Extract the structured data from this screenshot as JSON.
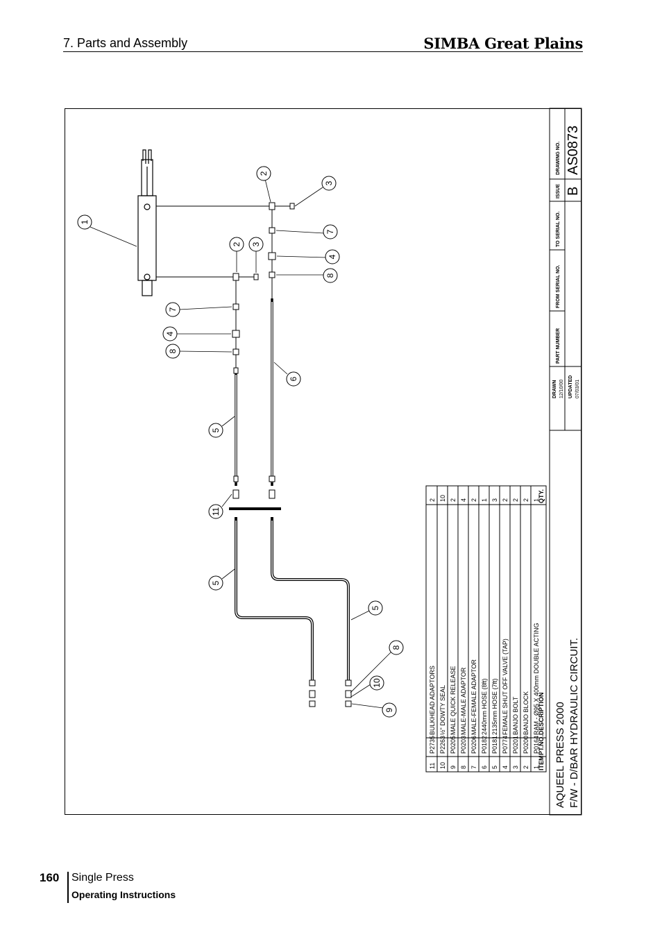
{
  "header": {
    "section": "7. Parts and Assembly",
    "brand": "SIMBA Great Plains"
  },
  "footer": {
    "page_number": "160",
    "title": "Single Press",
    "subtitle": "Operating Instructions"
  },
  "title_block": {
    "labels": {
      "drawing_no": "DRAWING NO.",
      "issue": "ISSUE",
      "to_serial": "TO SERIAL NO.",
      "from_serial": "FROM SERIAL NO.",
      "part_number": "PART NUMBER",
      "drawn": "DRAWN",
      "updated": "UPDATED"
    },
    "drawing_no": "AS0873",
    "issue": "B",
    "drawn_date": "12/10/00",
    "updated_date": "07/03/01",
    "title_line1": "AQUEEL PRESS 2000",
    "title_line2": "F/W - D/BAR HYDRAULIC CIRCUIT."
  },
  "parts_table": {
    "headers": {
      "item": "ITEM",
      "pt_no": "PT.NO.",
      "description": "DESCRIPTION",
      "qty": "QTY."
    },
    "rows": [
      {
        "item": "11",
        "pt_no": "P2735",
        "description": "BULKHEAD ADAPTORS",
        "qty": "2"
      },
      {
        "item": "10",
        "pt_no": "P2263",
        "description": "½\" DOWTY SEAL",
        "qty": "10"
      },
      {
        "item": "9",
        "pt_no": "P0205",
        "description": "MALE QUICK RELEASE",
        "qty": "2"
      },
      {
        "item": "8",
        "pt_no": "P0203",
        "description": "MALE-MALE ADAPTOR",
        "qty": "4"
      },
      {
        "item": "7",
        "pt_no": "P0206",
        "description": "MALE-FEMALE ADAPTOR",
        "qty": "2"
      },
      {
        "item": "6",
        "pt_no": "P0182",
        "description": "2440mm HOSE (8ft)",
        "qty": "1"
      },
      {
        "item": "5",
        "pt_no": "P0181",
        "description": "2135mm HOSE (7ft)",
        "qty": "3"
      },
      {
        "item": "4",
        "pt_no": "P0774",
        "description": "FEMALE SHUT OFF VALVE (TAP)",
        "qty": "2"
      },
      {
        "item": "3",
        "pt_no": "P0201",
        "description": "BANJO BOLT",
        "qty": "2"
      },
      {
        "item": "2",
        "pt_no": "P0200",
        "description": "BANJO BLOCK",
        "qty": "2"
      },
      {
        "item": "1",
        "pt_no": "P0164",
        "description": "RAM - Ø95 X 400mm DOUBLE ACTING",
        "qty": "1"
      }
    ]
  },
  "callouts": {
    "c1": "1",
    "c2a": "2",
    "c3a": "3",
    "c7a": "7",
    "c4a": "4",
    "c8a": "8",
    "c2b": "2",
    "c3b": "3",
    "c7b": "7",
    "c4b": "4",
    "c8b": "8",
    "c6": "6",
    "c5a": "5",
    "c11": "11",
    "c5b": "5",
    "c5c": "5",
    "c8c": "8",
    "c10": "10",
    "c9": "9"
  }
}
